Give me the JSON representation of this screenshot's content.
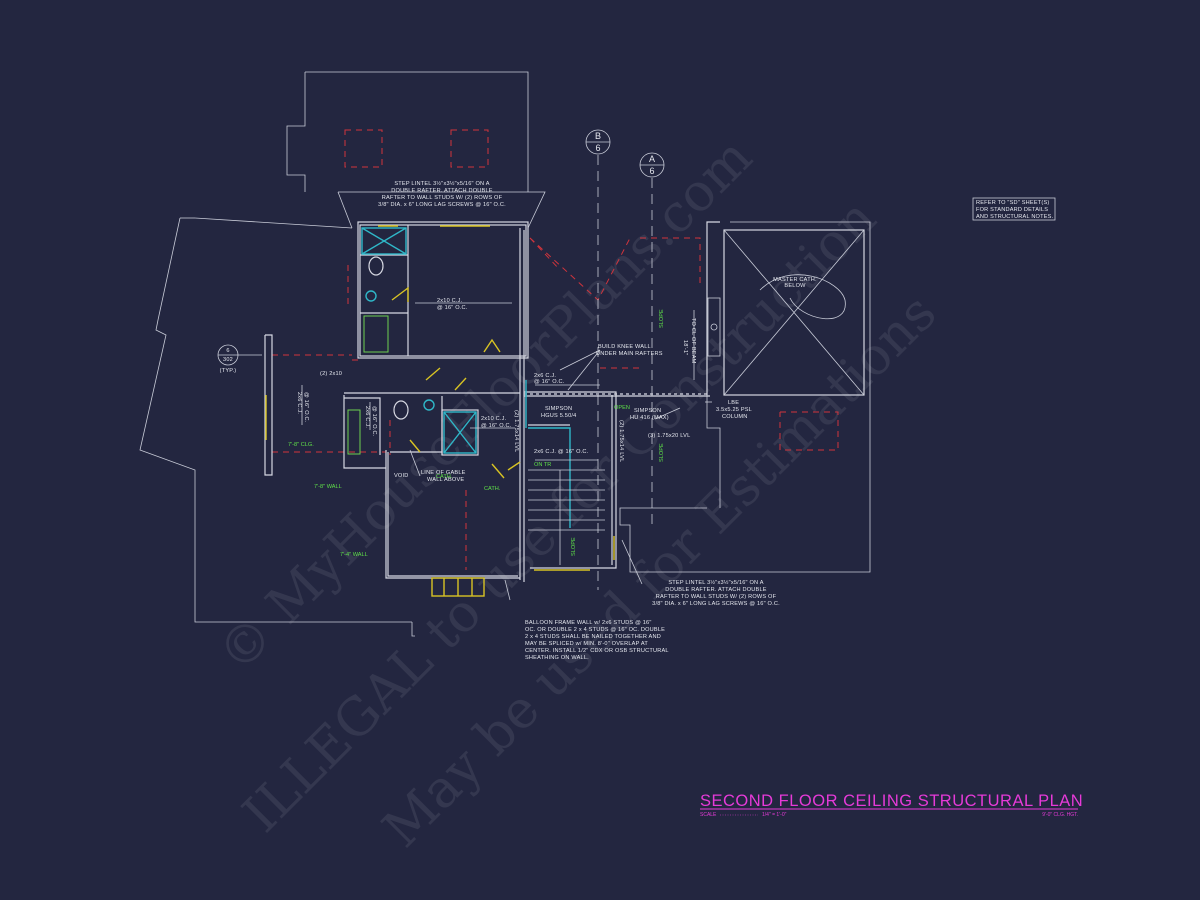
{
  "title": "SECOND FLOOR CEILING STRUCTURAL PLAN",
  "scale_label": "SCALE",
  "scale_value": "1/4\" = 1'-0\"",
  "ceiling_ht": "9'-0\" CLG. HGT.",
  "watermark": {
    "line1": "© MyHouseFloorPlans.com",
    "line2": "ILLEGAL to use for Construction",
    "line3": "May be used for Estimations"
  },
  "grid": [
    {
      "id": "grid-b",
      "letter": "B",
      "sheet": "6"
    },
    {
      "id": "grid-a",
      "letter": "A",
      "sheet": "6"
    }
  ],
  "section_marker": {
    "num": "6",
    "sheet": "302",
    "typ": "(TYP.)"
  },
  "notes": {
    "refer": [
      "REFER TO \"SD\" SHEET(S)",
      "FOR STANDARD DETAILS",
      "AND STRUCTURAL NOTES."
    ],
    "lintel_top": [
      "STEP LINTEL 3½\"x3½\"x5/16\" ON A",
      "DOUBLE RAFTER.  ATTACH DOUBLE",
      "RAFTER TO WALL STUDS W/ (2) ROWS OF",
      "3/8\" DIA. x 6\" LONG LAG SCREWS @ 16\" O.C."
    ],
    "lintel_bot": [
      "STEP LINTEL 3½\"x3½\"x5/16\" ON A",
      "DOUBLE RAFTER.  ATTACH DOUBLE",
      "RAFTER TO WALL STUDS W/ (2) ROWS OF",
      "3/8\" DIA. x 6\" LONG LAG SCREWS @ 16\" O.C."
    ],
    "balloon": [
      "BALLOON FRAME WALL w/ 2x6 STUDS @ 16\"",
      "OC. OR DOUBLE 2 x 4 STUDS @ 16\" OC. DOUBLE",
      "2 x 4 STUDS SHALL BE NAILED TOGETHER AND",
      "MAY BE SPLICED w/ MIN. 8'-0\" OVERLAP AT",
      "CENTER. INSTALL 1/2\" CDX OR OSB STRUCTURAL",
      "SHEATHING ON WALL."
    ],
    "knee": [
      "BUILD KNEE WALL",
      "UNDER MAIN RAFTERS"
    ],
    "gable": [
      "LINE OF GABLE",
      "WALL ABOVE"
    ],
    "master": [
      "MASTER CATH.",
      "BELOW"
    ],
    "beam": [
      "LBE",
      "3.5x5.25 PSL",
      "COLUMN"
    ],
    "simpson1": [
      "SIMPSON",
      "HGUS 5.50/4"
    ],
    "simpson2": [
      "SIMPSON",
      "HU 416 (MAX)"
    ],
    "cl_beam": [
      "18'-1\"",
      "TO CL OF BEAM"
    ],
    "cj1": [
      "2x10 C.J.",
      "@ 16\" O.C."
    ],
    "cj2": [
      "2x6 C.J.",
      "@ 16\" O.C."
    ],
    "cj3": [
      "2x10 C.J.",
      "@ 16\" O.C."
    ],
    "cj4": [
      "2x6 C.J. @ 16\" O.C."
    ],
    "cj5": [
      "2x6 C.J.",
      "@ 16\" O.C."
    ],
    "cj6": [
      "2x6 C.J.",
      "@ 16\" O.C."
    ],
    "lvl1": "(3) 1.75x20 LVL",
    "lvl2": "(2) 1.75x14 LVL",
    "lvl3": "(2) 1.75x14 LVL",
    "double_2x10": "(2) 2x10",
    "void": "VOID"
  },
  "green_labels": {
    "clg1": "7'-8\" CLG.",
    "wall1": "7'-8\" WALL",
    "wall2": "7'-4\" WALL",
    "cath1": "CATH.",
    "cath2": "CATH.",
    "slope1": "SLOPE",
    "slope2": "SLOPE",
    "slope3": "SLOPE",
    "on_tr": "ON TR",
    "open": "OPEN"
  },
  "colors": {
    "background": "#232640",
    "lines": "#d6d8e2",
    "dashed_red": "#d0343c",
    "cyan": "#2fb7c8",
    "yellow": "#d8c323",
    "green": "#6cd04f",
    "title": "#e63ad8"
  }
}
